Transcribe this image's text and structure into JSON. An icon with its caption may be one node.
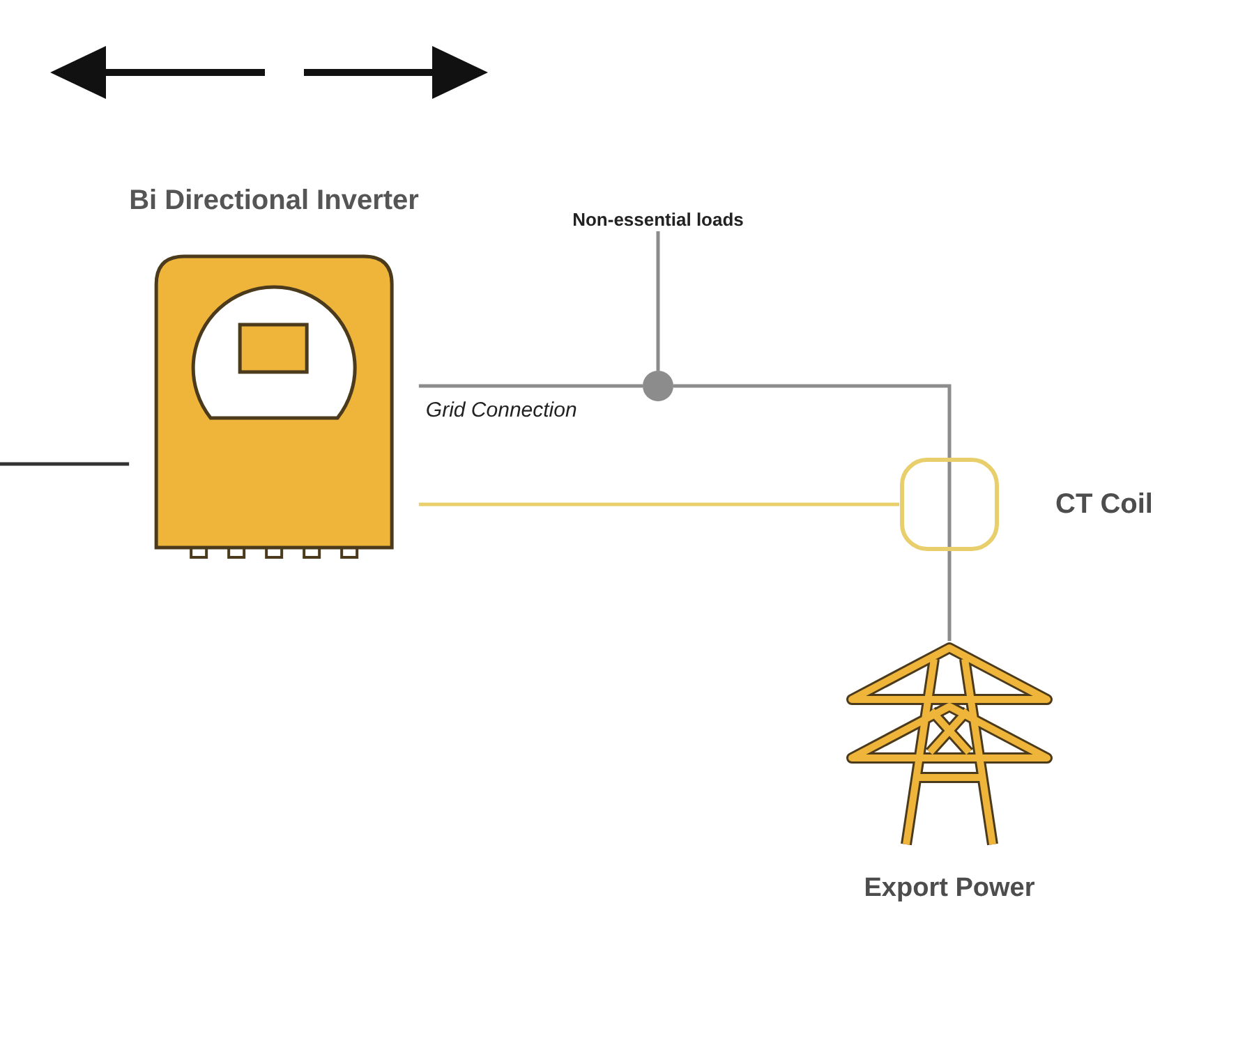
{
  "diagram": {
    "nodes": [
      {
        "text": [
          "Bi Directional Inverter"
        ]
      },
      {
        "text": [],
        "shape": "circle"
      },
      {
        "text": [
          "Non-essential loads"
        ]
      },
      {
        "text": [],
        "shape": "box",
        "beside": [
          "CT Coil"
        ]
      },
      {
        "text": [
          "Export Power"
        ]
      }
    ],
    "edges": [
      {
        "from": null,
        "to": 0,
        "arrow": "none",
        "color": "#333333"
      },
      {
        "from": 0,
        "to": 1,
        "arrow": "none",
        "label": "Grid Connection"
      },
      {
        "from": 1,
        "to": 2,
        "arrow": "none"
      },
      {
        "from": 1,
        "to": 3,
        "arrow": "none"
      },
      {
        "from": 0,
        "to": 3,
        "arrow": "none",
        "color": "#e8cf6c"
      },
      {
        "from": 3,
        "to": 4,
        "arrow": "none"
      }
    ]
  }
}
